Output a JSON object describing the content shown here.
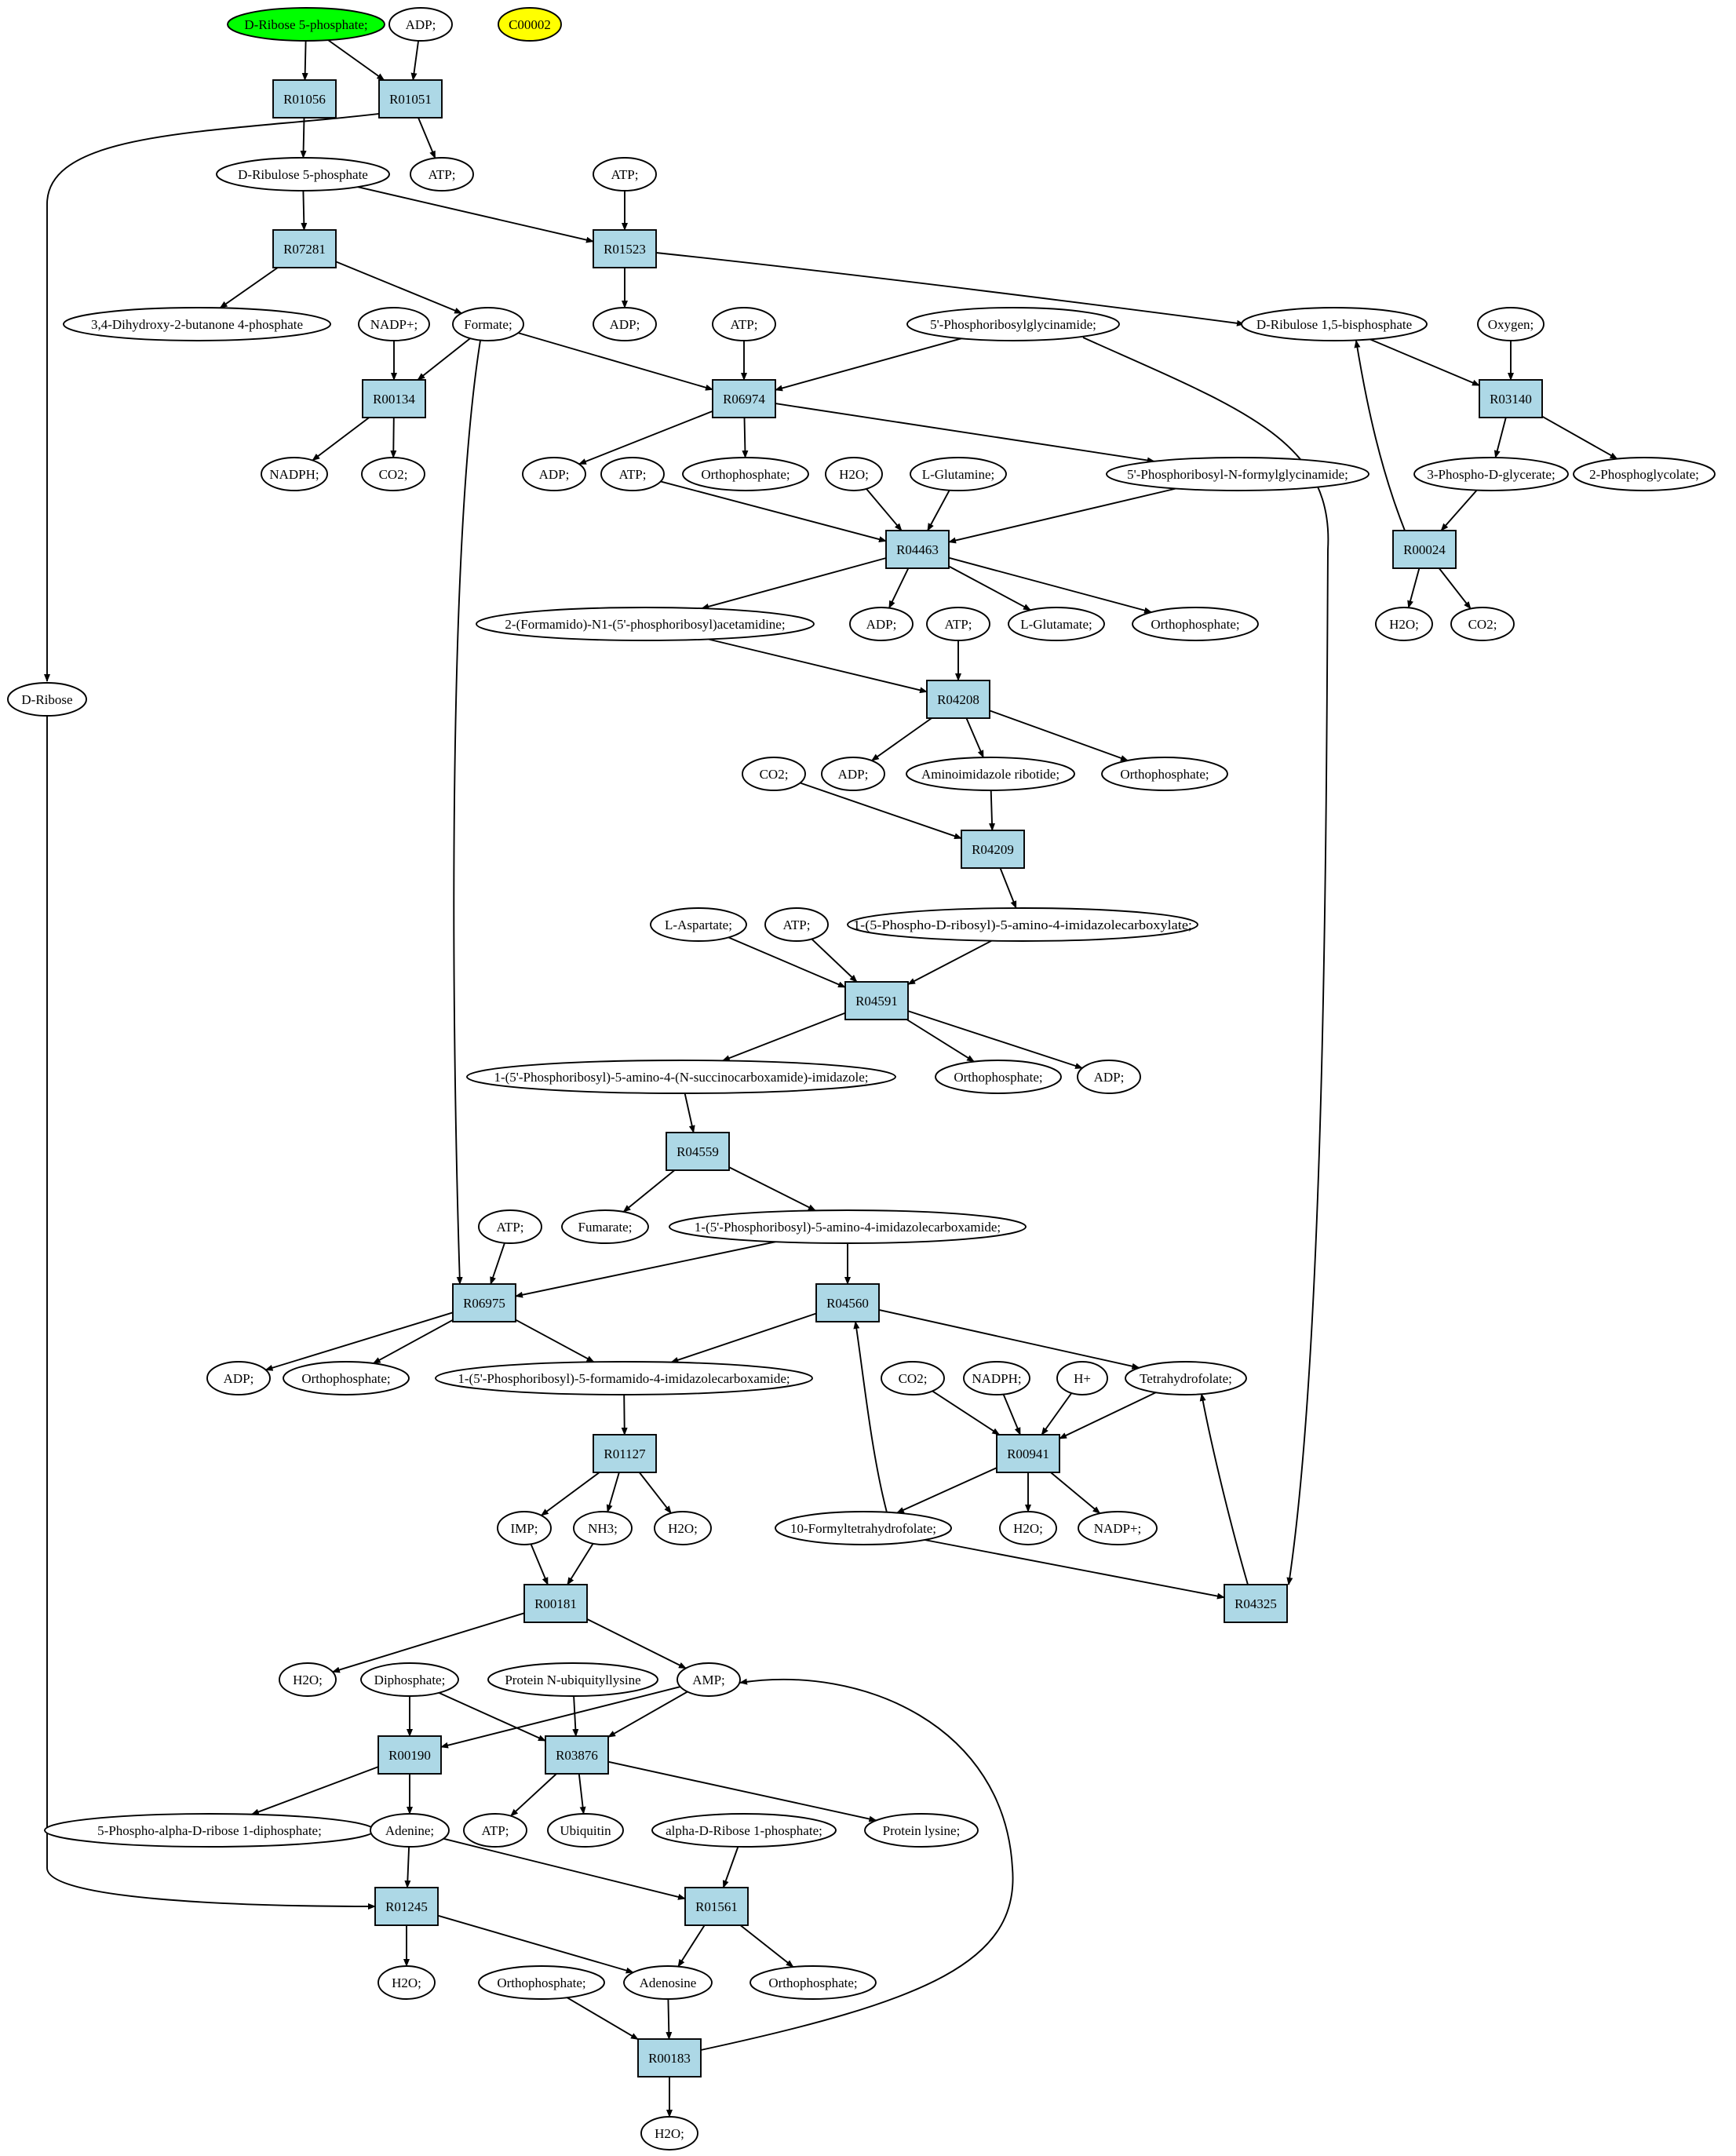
{
  "colors": {
    "reaction": "#add8e6",
    "start": "#00ff00",
    "target": "#ffff00",
    "metabolite": "#ffffff"
  },
  "metabolites": [
    {
      "id": "m1",
      "label": "D-Ribose 5-phosphate;",
      "style": "start"
    },
    {
      "id": "m2",
      "label": "ADP;"
    },
    {
      "id": "m3",
      "label": "C00002",
      "style": "target"
    },
    {
      "id": "m4",
      "label": "D-Ribulose 5-phosphate"
    },
    {
      "id": "m5",
      "label": "ATP;"
    },
    {
      "id": "m6",
      "label": "ATP;"
    },
    {
      "id": "m7",
      "label": "3,4-Dihydroxy-2-butanone 4-phosphate"
    },
    {
      "id": "m8",
      "label": "NADP+;"
    },
    {
      "id": "m9",
      "label": "Formate;"
    },
    {
      "id": "m10",
      "label": "ADP;"
    },
    {
      "id": "m11",
      "label": "ATP;"
    },
    {
      "id": "m12",
      "label": "5'-Phosphoribosylglycinamide;"
    },
    {
      "id": "m13",
      "label": "D-Ribulose 1,5-bisphosphate"
    },
    {
      "id": "m14",
      "label": "Oxygen;"
    },
    {
      "id": "m15",
      "label": "NADPH;"
    },
    {
      "id": "m16",
      "label": "CO2;"
    },
    {
      "id": "m17",
      "label": "ADP;"
    },
    {
      "id": "m18",
      "label": "ATP;"
    },
    {
      "id": "m19",
      "label": "Orthophosphate;"
    },
    {
      "id": "m20",
      "label": "H2O;"
    },
    {
      "id": "m21",
      "label": "L-Glutamine;"
    },
    {
      "id": "m22",
      "label": "5'-Phosphoribosyl-N-formylglycinamide;"
    },
    {
      "id": "m23",
      "label": "3-Phospho-D-glycerate;"
    },
    {
      "id": "m24",
      "label": "2-Phosphoglycolate;"
    },
    {
      "id": "m25",
      "label": "2-(Formamido)-N1-(5'-phosphoribosyl)acetamidine;"
    },
    {
      "id": "m26",
      "label": "ADP;"
    },
    {
      "id": "m27",
      "label": "ATP;"
    },
    {
      "id": "m28",
      "label": "L-Glutamate;"
    },
    {
      "id": "m29",
      "label": "Orthophosphate;"
    },
    {
      "id": "m30",
      "label": "H2O;"
    },
    {
      "id": "m31",
      "label": "CO2;"
    },
    {
      "id": "m32",
      "label": "D-Ribose"
    },
    {
      "id": "m33",
      "label": "CO2;"
    },
    {
      "id": "m34",
      "label": "ADP;"
    },
    {
      "id": "m35",
      "label": "Aminoimidazole ribotide;"
    },
    {
      "id": "m36",
      "label": "Orthophosphate;"
    },
    {
      "id": "m37",
      "label": "1-(5-Phospho-D-ribosyl)-5-amino-4-imidazolecarboxylate;"
    },
    {
      "id": "m38",
      "label": "L-Aspartate;"
    },
    {
      "id": "m39",
      "label": "ATP;"
    },
    {
      "id": "m40",
      "label": "1-(5'-Phosphoribosyl)-5-amino-4-(N-succinocarboxamide)-imidazole;"
    },
    {
      "id": "m41",
      "label": "Orthophosphate;"
    },
    {
      "id": "m42",
      "label": "ADP;"
    },
    {
      "id": "m43",
      "label": "Fumarate;"
    },
    {
      "id": "m44",
      "label": "1-(5'-Phosphoribosyl)-5-amino-4-imidazolecarboxamide;"
    },
    {
      "id": "m45",
      "label": "ATP;"
    },
    {
      "id": "m46",
      "label": "ADP;"
    },
    {
      "id": "m47",
      "label": "Orthophosphate;"
    },
    {
      "id": "m48",
      "label": "1-(5'-Phosphoribosyl)-5-formamido-4-imidazolecarboxamide;"
    },
    {
      "id": "m49",
      "label": "CO2;"
    },
    {
      "id": "m50",
      "label": "NADPH;"
    },
    {
      "id": "m51",
      "label": "H+"
    },
    {
      "id": "m52",
      "label": "Tetrahydrofolate;"
    },
    {
      "id": "m53",
      "label": "IMP;"
    },
    {
      "id": "m54",
      "label": "NH3;"
    },
    {
      "id": "m55",
      "label": "H2O;"
    },
    {
      "id": "m56",
      "label": "10-Formyltetrahydrofolate;"
    },
    {
      "id": "m57",
      "label": "H2O;"
    },
    {
      "id": "m58",
      "label": "NADP+;"
    },
    {
      "id": "m59",
      "label": "H2O;"
    },
    {
      "id": "m60",
      "label": "Diphosphate;"
    },
    {
      "id": "m61",
      "label": "Protein N-ubiquityllysine"
    },
    {
      "id": "m62",
      "label": "AMP;"
    },
    {
      "id": "m63",
      "label": "5-Phospho-alpha-D-ribose 1-diphosphate;"
    },
    {
      "id": "m64",
      "label": "Adenine;"
    },
    {
      "id": "m65",
      "label": "ATP;"
    },
    {
      "id": "m66",
      "label": "Ubiquitin"
    },
    {
      "id": "m67",
      "label": "alpha-D-Ribose 1-phosphate;"
    },
    {
      "id": "m68",
      "label": "Protein lysine;"
    },
    {
      "id": "m69",
      "label": "H2O;"
    },
    {
      "id": "m70",
      "label": "Orthophosphate;"
    },
    {
      "id": "m71",
      "label": "Adenosine"
    },
    {
      "id": "m72",
      "label": "Orthophosphate;"
    },
    {
      "id": "m73",
      "label": "H2O;"
    }
  ],
  "reactions": [
    {
      "id": "r1",
      "label": "R01056"
    },
    {
      "id": "r2",
      "label": "R01051"
    },
    {
      "id": "r3",
      "label": "R07281"
    },
    {
      "id": "r4",
      "label": "R01523"
    },
    {
      "id": "r5",
      "label": "R00134"
    },
    {
      "id": "r6",
      "label": "R06974"
    },
    {
      "id": "r7",
      "label": "R03140"
    },
    {
      "id": "r8",
      "label": "R04463"
    },
    {
      "id": "r9",
      "label": "R00024"
    },
    {
      "id": "r10",
      "label": "R04208"
    },
    {
      "id": "r11",
      "label": "R04209"
    },
    {
      "id": "r12",
      "label": "R04591"
    },
    {
      "id": "r13",
      "label": "R04559"
    },
    {
      "id": "r14",
      "label": "R06975"
    },
    {
      "id": "r15",
      "label": "R04560"
    },
    {
      "id": "r16",
      "label": "R01127"
    },
    {
      "id": "r17",
      "label": "R00941"
    },
    {
      "id": "r18",
      "label": "R00181"
    },
    {
      "id": "r19",
      "label": "R04325"
    },
    {
      "id": "r20",
      "label": "R00190"
    },
    {
      "id": "r21",
      "label": "R03876"
    },
    {
      "id": "r22",
      "label": "R01245"
    },
    {
      "id": "r23",
      "label": "R01561"
    },
    {
      "id": "r24",
      "label": "R00183"
    }
  ],
  "edges": [
    [
      "m1",
      "r1"
    ],
    [
      "m1",
      "r2"
    ],
    [
      "m2",
      "r2"
    ],
    [
      "r1",
      "m4"
    ],
    [
      "r2",
      "m5"
    ],
    [
      "r2",
      "m32"
    ],
    [
      "m4",
      "r3"
    ],
    [
      "m4",
      "r4"
    ],
    [
      "m6",
      "r4"
    ],
    [
      "r3",
      "m7"
    ],
    [
      "r3",
      "m9"
    ],
    [
      "r4",
      "m10"
    ],
    [
      "r4",
      "m13"
    ],
    [
      "m8",
      "r5"
    ],
    [
      "m9",
      "r5"
    ],
    [
      "m9",
      "r6"
    ],
    [
      "m9",
      "r14"
    ],
    [
      "m11",
      "r6"
    ],
    [
      "m12",
      "r6"
    ],
    [
      "m12",
      "r19"
    ],
    [
      "m14",
      "r7"
    ],
    [
      "m13",
      "r7"
    ],
    [
      "r5",
      "m15"
    ],
    [
      "r5",
      "m16"
    ],
    [
      "r6",
      "m17"
    ],
    [
      "r6",
      "m19"
    ],
    [
      "r6",
      "m22"
    ],
    [
      "r7",
      "m23"
    ],
    [
      "r7",
      "m24"
    ],
    [
      "m18",
      "r8"
    ],
    [
      "m20",
      "r8"
    ],
    [
      "m21",
      "r8"
    ],
    [
      "m22",
      "r8"
    ],
    [
      "m23",
      "r9"
    ],
    [
      "r9",
      "m13"
    ],
    [
      "r8",
      "m25"
    ],
    [
      "r8",
      "m26"
    ],
    [
      "r8",
      "m28"
    ],
    [
      "r8",
      "m29"
    ],
    [
      "r9",
      "m30"
    ],
    [
      "r9",
      "m31"
    ],
    [
      "m27",
      "r10"
    ],
    [
      "m25",
      "r10"
    ],
    [
      "r10",
      "m34"
    ],
    [
      "r10",
      "m35"
    ],
    [
      "r10",
      "m36"
    ],
    [
      "m33",
      "r11"
    ],
    [
      "m35",
      "r11"
    ],
    [
      "r11",
      "m37"
    ],
    [
      "m38",
      "r12"
    ],
    [
      "m39",
      "r12"
    ],
    [
      "m37",
      "r12"
    ],
    [
      "r12",
      "m40"
    ],
    [
      "r12",
      "m41"
    ],
    [
      "r12",
      "m42"
    ],
    [
      "m40",
      "r13"
    ],
    [
      "r13",
      "m43"
    ],
    [
      "r13",
      "m44"
    ],
    [
      "m45",
      "r14"
    ],
    [
      "m44",
      "r14"
    ],
    [
      "m44",
      "r15"
    ],
    [
      "r14",
      "m46"
    ],
    [
      "r14",
      "m47"
    ],
    [
      "r14",
      "m48"
    ],
    [
      "r15",
      "m48"
    ],
    [
      "r15",
      "m52"
    ],
    [
      "m56",
      "r15"
    ],
    [
      "m49",
      "r17"
    ],
    [
      "m50",
      "r17"
    ],
    [
      "m51",
      "r17"
    ],
    [
      "m52",
      "r17"
    ],
    [
      "m48",
      "r16"
    ],
    [
      "r16",
      "m53"
    ],
    [
      "r16",
      "m54"
    ],
    [
      "r16",
      "m55"
    ],
    [
      "r17",
      "m56"
    ],
    [
      "r17",
      "m57"
    ],
    [
      "r17",
      "m58"
    ],
    [
      "m56",
      "r19"
    ],
    [
      "r19",
      "m52"
    ],
    [
      "m53",
      "r18"
    ],
    [
      "m54",
      "r18"
    ],
    [
      "r18",
      "m59"
    ],
    [
      "r18",
      "m62"
    ],
    [
      "m60",
      "r20"
    ],
    [
      "m60",
      "r21"
    ],
    [
      "m61",
      "r21"
    ],
    [
      "m62",
      "r20"
    ],
    [
      "m62",
      "r21"
    ],
    [
      "r20",
      "m63"
    ],
    [
      "r20",
      "m64"
    ],
    [
      "r21",
      "m65"
    ],
    [
      "r21",
      "m66"
    ],
    [
      "r21",
      "m68"
    ],
    [
      "m64",
      "r22"
    ],
    [
      "m64",
      "r23"
    ],
    [
      "m32",
      "r22"
    ],
    [
      "m67",
      "r23"
    ],
    [
      "r22",
      "m69"
    ],
    [
      "r22",
      "m71"
    ],
    [
      "r23",
      "m71"
    ],
    [
      "r23",
      "m70"
    ],
    [
      "m72",
      "r24"
    ],
    [
      "m71",
      "r24"
    ],
    [
      "r24",
      "m73"
    ],
    [
      "r24",
      "m62"
    ]
  ]
}
